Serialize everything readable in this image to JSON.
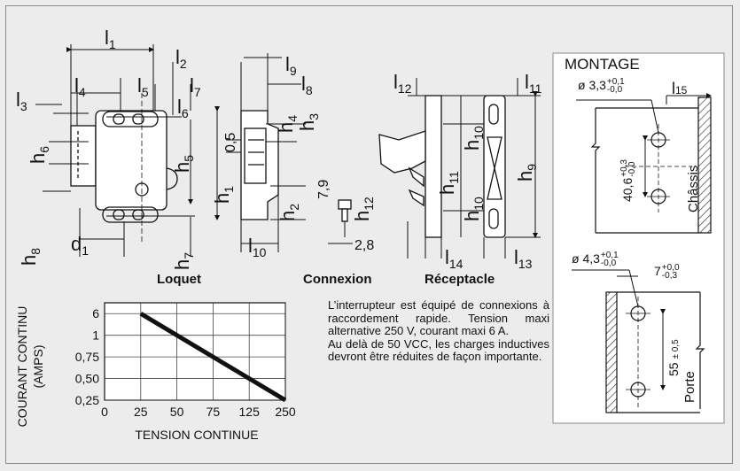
{
  "drawing": {
    "loquet": {
      "caption": "Loquet",
      "dims": [
        "l1",
        "l2",
        "l3",
        "l4",
        "l5",
        "l6",
        "l7",
        "h5",
        "h6",
        "h7",
        "h8",
        "d1"
      ]
    },
    "connexion": {
      "caption": "Connexion",
      "dims": [
        "l8",
        "l9",
        "l10",
        "h1",
        "h2",
        "h3",
        "h4",
        "h12",
        "0,5",
        "7,9",
        "2,8"
      ]
    },
    "receptacle": {
      "caption": "Réceptacle",
      "dims": [
        "l11",
        "l12",
        "l13",
        "l14",
        "h9",
        "h10",
        "h10",
        "h11"
      ]
    }
  },
  "montage": {
    "title": "MONTAGE",
    "chassis": {
      "label": "Châssis",
      "hole_dia": "ø 3,3",
      "hole_tol_plus": "+0,1",
      "hole_tol_minus": "-0,0",
      "l15": "l15",
      "spacing": "40,6",
      "spacing_tol_plus": "+0,3",
      "spacing_tol_minus": "-0,0"
    },
    "porte": {
      "label": "Porte",
      "hole_dia": "ø 4,3",
      "hole_tol_plus": "+0,1",
      "hole_tol_minus": "-0,0",
      "offset": "7",
      "offset_tol_plus": "+0,0",
      "offset_tol_minus": "-0,3",
      "spacing": "55",
      "spacing_tol": "± 0,5"
    }
  },
  "note": {
    "p1": "L’interrupteur est équipé de connexions à raccordement rapide. Tension maxi alternative 250 V, courant maxi 6 A.",
    "p2": "Au delà de 50 VCC, les charges inductives devront être réduites de façon importante."
  },
  "chart_data": {
    "type": "line",
    "ylabel_line1": "COURANT CONTINU",
    "ylabel_line2": "(AMPS)",
    "xlabel": "TENSION CONTINUE",
    "x_ticks": [
      "0",
      "25",
      "50",
      "75",
      "125",
      "250"
    ],
    "y_ticks": [
      "6",
      "1",
      "0,75",
      "0,50",
      "0,25"
    ],
    "x_scale": "categorical",
    "y_scale": "categorical",
    "grid": true,
    "series": [
      {
        "x": [
          "25",
          "250"
        ],
        "y": [
          "6",
          "0,25"
        ]
      }
    ]
  }
}
